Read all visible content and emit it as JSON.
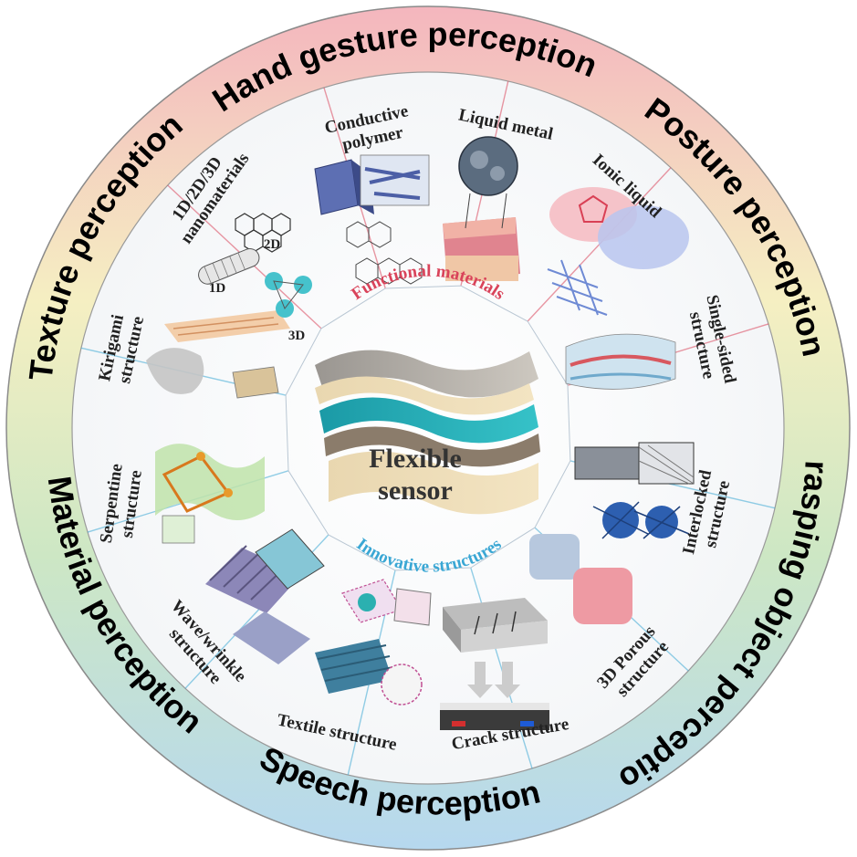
{
  "ring_labels": {
    "hand": "Hand gesture perception",
    "posture": "Posture perception",
    "grasping": "Grasping object perception",
    "speech": "Speech perception",
    "material": "Material perception",
    "texture": "Texture perception"
  },
  "center": {
    "line1": "Flexible",
    "line2": "sensor",
    "top_arc": "Functional materials",
    "bottom_arc": "Innovative structures"
  },
  "segments": {
    "conductive_polymer": [
      "Conductive",
      "polymer"
    ],
    "liquid_metal": [
      "Liquid metal"
    ],
    "ionic_liquid": [
      "Ionic liquid"
    ],
    "single_sided": [
      "Single-sided",
      "structure"
    ],
    "interlocked": [
      "Interlocked",
      "structure"
    ],
    "porous": [
      "3D Porous",
      "structure"
    ],
    "crack": [
      "Crack structure"
    ],
    "textile": [
      "Textile structure"
    ],
    "wave": [
      "Wave/wrinkle",
      "structure"
    ],
    "serpentine": [
      "Serpentine",
      "structure"
    ],
    "kirigami": [
      "Kirigami",
      "structure"
    ],
    "nano": [
      "1D/2D/3D",
      "nanomaterials"
    ]
  },
  "nano_labels": {
    "d1": "1D",
    "d2": "2D",
    "d3": "3D"
  },
  "colors": {
    "functional": "#d9435a",
    "innovative": "#3aa7d4",
    "ring_top": "#f2b8bf",
    "ring_right": "#f3eec0",
    "ring_bottom": "#b9dcef",
    "ring_left": "#cfe8c6"
  }
}
